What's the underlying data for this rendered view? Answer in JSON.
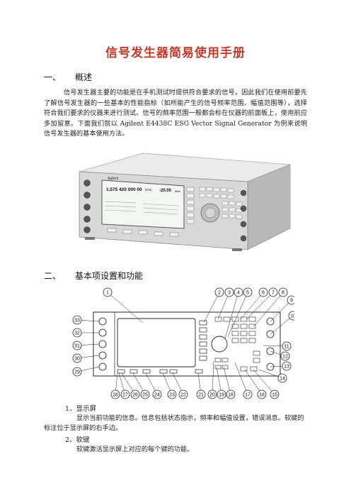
{
  "title": "信号发生器简易使用手册",
  "sections": [
    {
      "num": "一、",
      "title": "概述"
    },
    {
      "num": "二、",
      "title": "基本项设置和功能"
    }
  ],
  "overview_paragraph": "信号发生器主要的功能是在手机测试时提供符合要求的信号，因此我们在使用前要先了解信号发生器的一些基本的性能指标（如所能产生的信号频率范围、幅值范围等），选择符合我们要求的仪器来进行测试。信号的频率范围一般都会标在仪器的前面板上，使用前应多加留意。下面我们就以 Agilent E4438C ESG Vector Signal Generator 为例来说明信号发生器的基本使用方法。",
  "photo": {
    "brand": "Agilent",
    "frequency_readout": "1.575 420 000 00",
    "frequency_unit": "GHz",
    "amplitude_readout": "-20.00",
    "amplitude_unit": "dBm"
  },
  "callouts": [
    "1",
    "2",
    "3",
    "4",
    "5",
    "6",
    "7",
    "8",
    "9",
    "10",
    "11",
    "12",
    "13",
    "14",
    "15",
    "16",
    "17",
    "18",
    "19",
    "20",
    "21",
    "22",
    "23",
    "24",
    "25",
    "26",
    "27",
    "28",
    "29",
    "30",
    "31",
    "32",
    "33"
  ],
  "items": [
    {
      "title": "1、显示屏",
      "body": "显示当前功能的信息。信息包括状态指示，频率和幅值设置，错误消息。软键的标注位于显示屏的右手边。"
    },
    {
      "title": "2、软键",
      "body": "软键激活显示屏上对应的每个键的功能。"
    }
  ]
}
